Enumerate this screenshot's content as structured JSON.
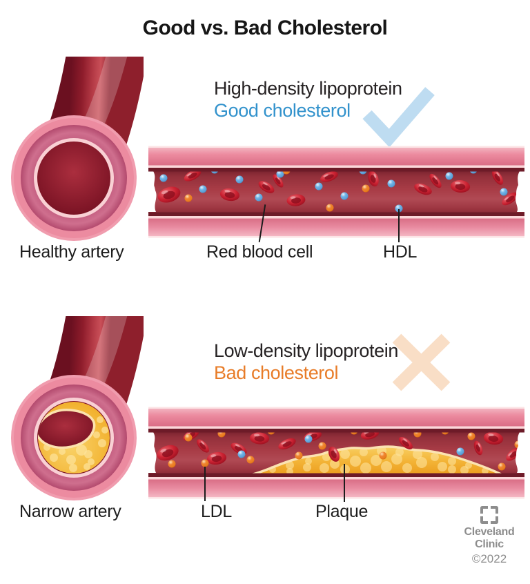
{
  "title": "Good vs. Bad Cholesterol",
  "good_section": {
    "heading": "High-density lipoprotein",
    "subheading": "Good cholesterol",
    "artery_label": "Healthy artery",
    "cell_label": "Red blood cell",
    "particle_label": "HDL"
  },
  "bad_section": {
    "heading": "Low-density lipoprotein",
    "subheading": "Bad cholesterol",
    "artery_label": "Narrow artery",
    "particle_label": "LDL",
    "plaque_label": "Plaque"
  },
  "footer": {
    "brand_line1": "Cleveland",
    "brand_line2": "Clinic",
    "copyright": "©2022"
  },
  "colors": {
    "good_accent": "#3292cc",
    "bad_accent": "#e87c28",
    "check_mark": "#bedcf1",
    "cross_mark": "#f9dec6",
    "hdl_particle": "#6fb4e6",
    "ldl_particle": "#ef8430",
    "text": "#1d1d1d",
    "brand_gray": "#8d8d8d"
  }
}
